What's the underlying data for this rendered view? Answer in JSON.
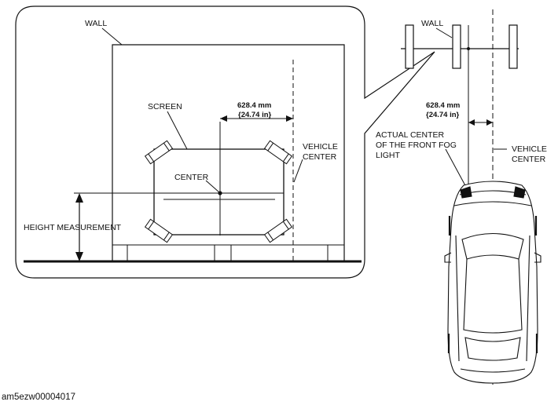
{
  "labels": {
    "wall_left": "WALL",
    "wall_right": "WALL",
    "screen": "SCREEN",
    "center": "CENTER",
    "vehicle_center_left": [
      "VEHICLE",
      "CENTER"
    ],
    "vehicle_center_right": [
      "VEHICLE",
      "CENTER"
    ],
    "dimension_left": [
      "628.4 mm",
      "{24.74 in}"
    ],
    "dimension_right": [
      "628.4 mm",
      "{24.74 in}"
    ],
    "height_measurement": "HEIGHT MEASUREMENT",
    "actual_center": [
      "ACTUAL CENTER",
      "OF THE FRONT FOG",
      "LIGHT"
    ]
  },
  "figure_code": "am5ezw00004017",
  "colors": {
    "line": "#111111",
    "background": "#ffffff"
  }
}
